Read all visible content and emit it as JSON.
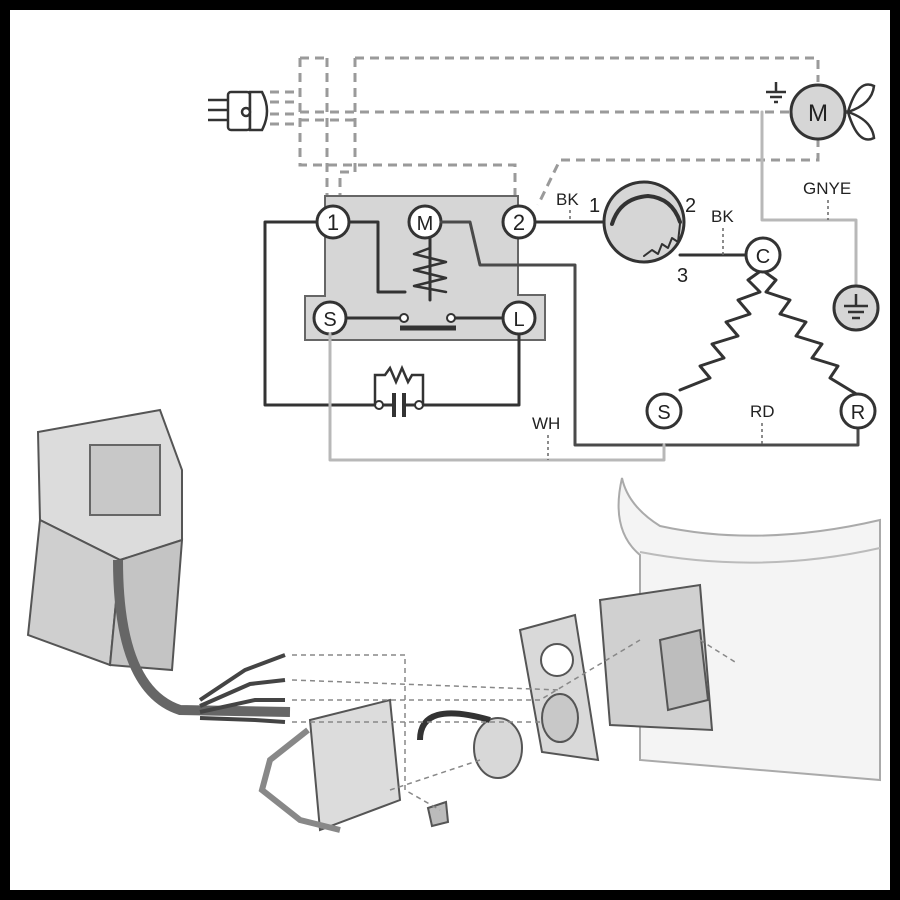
{
  "relay": {
    "terminals": {
      "t1": "1",
      "t2": "2",
      "m": "M",
      "s": "S",
      "l": "L"
    }
  },
  "overload": {
    "pin1": "1",
    "pin2": "2",
    "pin3": "3"
  },
  "compressor": {
    "common": "C",
    "start": "S",
    "run": "R"
  },
  "fan": {
    "label": "M"
  },
  "wires": {
    "bk_left": "BK",
    "bk_right": "BK",
    "gnye": "GNYE",
    "wh": "WH",
    "rd": "RD"
  },
  "colors": {
    "frame": "#000000",
    "panel": "#ffffff",
    "relay_fill": "#d6d6d6",
    "wire_dark": "#4a4a4a",
    "wire_light": "#b8b8b8",
    "dashed": "#9a9a9a"
  },
  "icons": [
    "plug-icon",
    "ground-icon",
    "fan-motor-icon",
    "fan-blade-icon",
    "capacitor-icon",
    "resistor-icon"
  ]
}
